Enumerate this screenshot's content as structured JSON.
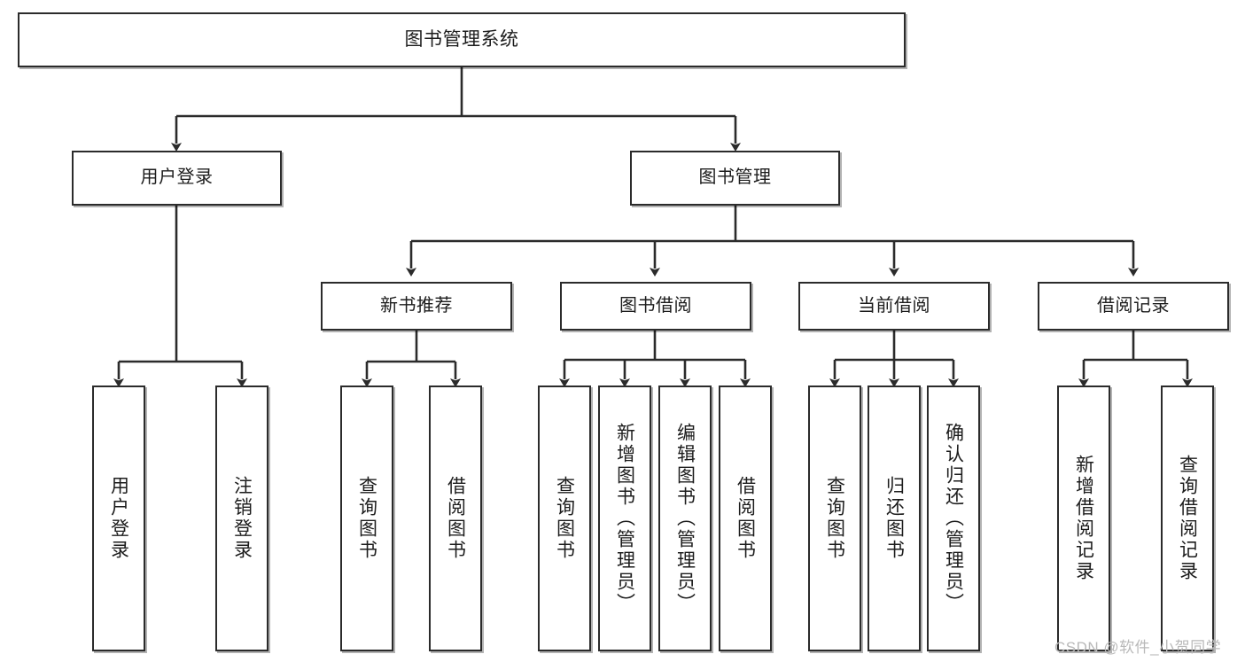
{
  "diagram": {
    "title": "图书管理系统",
    "type": "hierarchy-tree",
    "colors": {
      "background": "#ffffff",
      "box_border": "#2b2b2b",
      "box_fill": "#ffffff",
      "connector": "#2b2b2b",
      "text": "#1c1c1c",
      "watermark": "#b9b9b9"
    },
    "root": {
      "label": "图书管理系统"
    },
    "level2": [
      {
        "label": "用户登录"
      },
      {
        "label": "图书管理"
      }
    ],
    "level3": [
      {
        "label": "新书推荐"
      },
      {
        "label": "图书借阅"
      },
      {
        "label": "当前借阅"
      },
      {
        "label": "借阅记录"
      }
    ],
    "leaves": {
      "user_login": [
        {
          "label": "用户登录"
        },
        {
          "label": "注销登录"
        }
      ],
      "new_book_recommend": [
        {
          "label": "查询图书"
        },
        {
          "label": "借阅图书"
        }
      ],
      "book_borrow": [
        {
          "label": "查询图书"
        },
        {
          "label": "新增图书（管理员）"
        },
        {
          "label": "编辑图书（管理员）"
        },
        {
          "label": "借阅图书"
        }
      ],
      "current_borrow": [
        {
          "label": "查询图书"
        },
        {
          "label": "归还图书"
        },
        {
          "label": "确认归还（管理员）"
        }
      ],
      "borrow_record": [
        {
          "label": "新增借阅记录"
        },
        {
          "label": "查询借阅记录"
        }
      ]
    }
  },
  "watermark": {
    "text": "CSDN @软件_小贺同学"
  }
}
